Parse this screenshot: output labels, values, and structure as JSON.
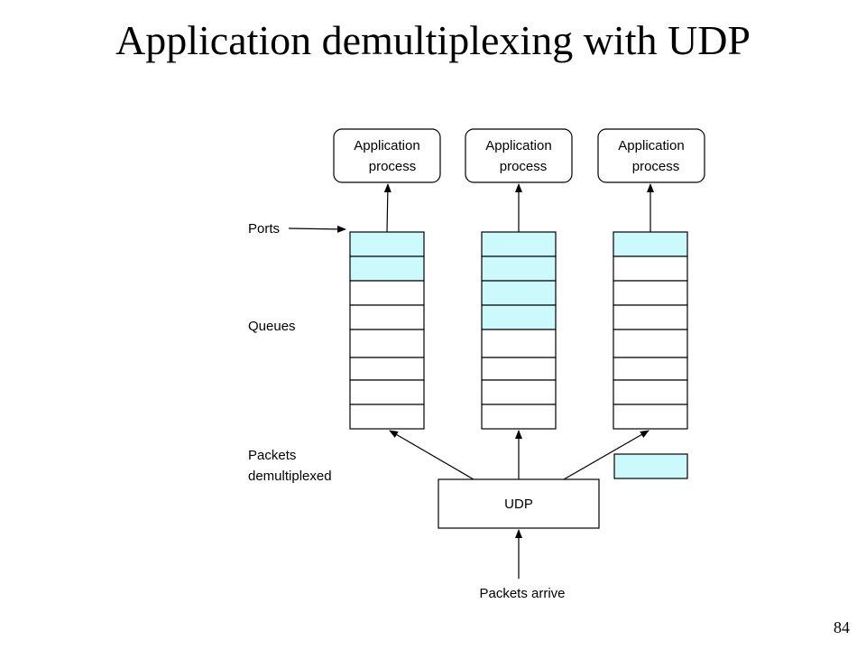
{
  "title": "Application demultiplexing with UDP",
  "page_number": "84",
  "colors": {
    "filled_slot": "#ccf9fc",
    "empty_slot": "#ffffff",
    "stroke": "#000000"
  },
  "labels": {
    "ports": "Ports",
    "queues": "Queues",
    "packets_demux_line1": "Packets",
    "packets_demux_line2": "demultiplexed",
    "packets_arrive": "Packets arrive",
    "udp": "UDP"
  },
  "processes": [
    {
      "line1": "Application",
      "line2": "process"
    },
    {
      "line1": "Application",
      "line2": "process"
    },
    {
      "line1": "Application",
      "line2": "process"
    }
  ],
  "queues": [
    {
      "slots": 8,
      "filled": 2
    },
    {
      "slots": 8,
      "filled": 4
    },
    {
      "slots": 8,
      "filled": 1
    }
  ],
  "incoming_packet": {
    "present": true
  }
}
